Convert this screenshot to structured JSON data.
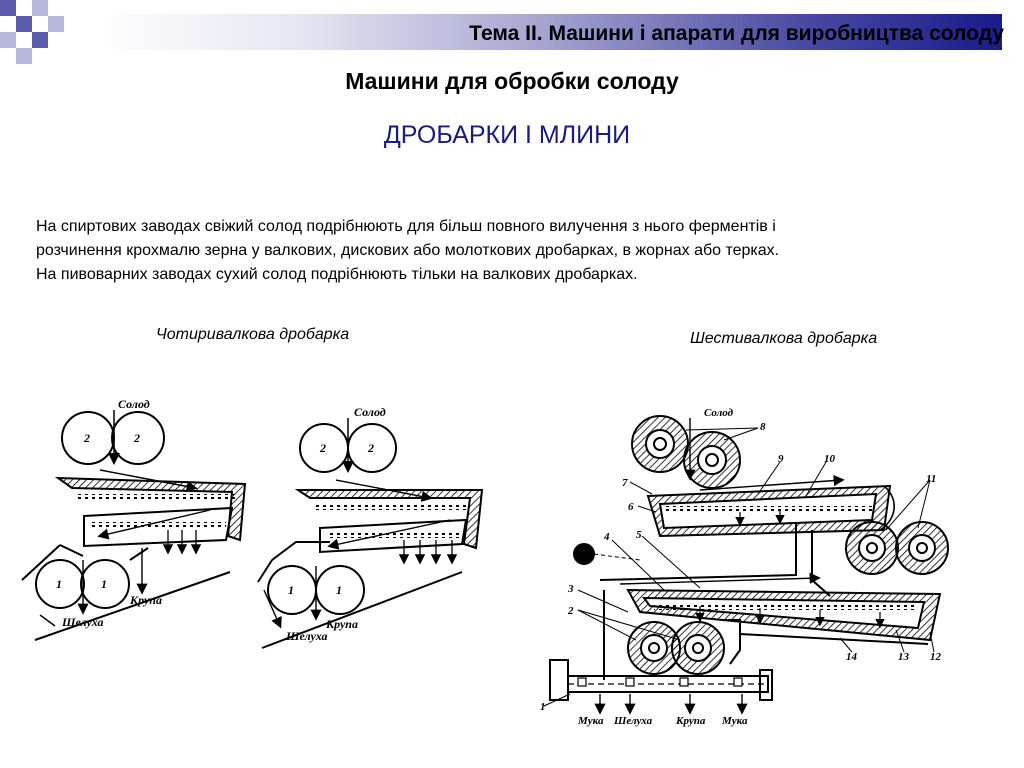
{
  "header": {
    "topic_title": "Тема ІІ. Машини і апарати для виробництва солоду"
  },
  "slide": {
    "title": "Машини для обробки солоду",
    "subtitle": "ДРОБАРКИ І МЛИНИ",
    "paragraph_lines": [
      "На спиртових заводах свіжий солод подрібнюють для більш повного вилучення з нього ферментів і",
      "розчинення крохмалю зерна у валкових, дискових або молоткових дробарках, в жорнах або терках.",
      "На пивоварних заводах сухий солод подрібнюють тільки на валкових дробарках."
    ]
  },
  "figures": {
    "four_roll": {
      "caption": "Чотиривалкова дробарка",
      "left": {
        "solod": "Солод",
        "roll_top_left": "2",
        "roll_top_right": "2",
        "roll_bottom_left": "1",
        "roll_bottom_right": "1",
        "krupa": "Крупа",
        "shelukha": "Шелуха"
      },
      "right": {
        "solod": "Солод",
        "roll_top_left": "2",
        "roll_top_right": "2",
        "roll_bottom_left": "1",
        "roll_bottom_right": "1",
        "krupa": "Крупа",
        "shelukha": "Шелуха"
      }
    },
    "six_roll": {
      "caption": "Шестивалкова дробарка",
      "labels": {
        "solod": "Солод",
        "n1": "1",
        "n2": "2",
        "n3": "3",
        "n4": "4",
        "n5": "5",
        "n6": "6",
        "n7": "7",
        "n8": "8",
        "n9": "9",
        "n10": "10",
        "n11": "11",
        "n12": "12",
        "n13": "13",
        "n14": "14"
      },
      "outputs": [
        "Мука",
        "Шелуха",
        "Крупа",
        "Мука"
      ]
    }
  },
  "colors": {
    "accent_dark": "#1b1b7a",
    "corner_square": "#5a5aa8",
    "corner_square_light": "#b8b8dc"
  }
}
